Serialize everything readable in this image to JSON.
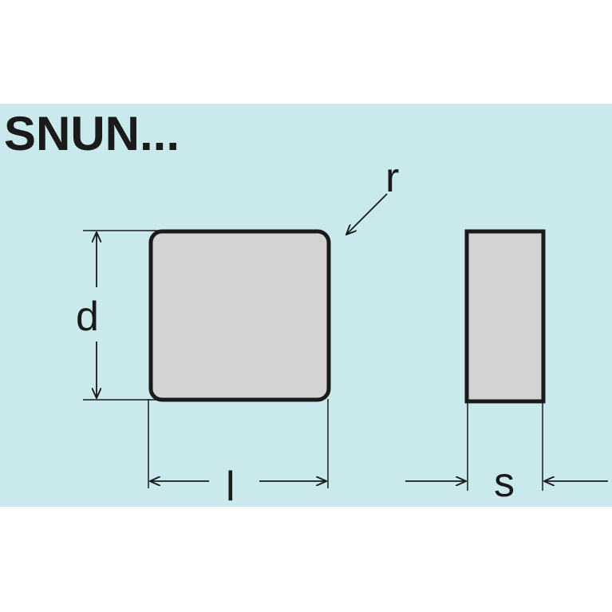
{
  "title": "SNUN...",
  "labels": {
    "radius": "r",
    "diameter": "d",
    "length": "l",
    "thickness": "s"
  },
  "colors": {
    "background": "#c9e9ec",
    "insert_fill": "#d3d3d3",
    "stroke": "#1a1a1a"
  }
}
